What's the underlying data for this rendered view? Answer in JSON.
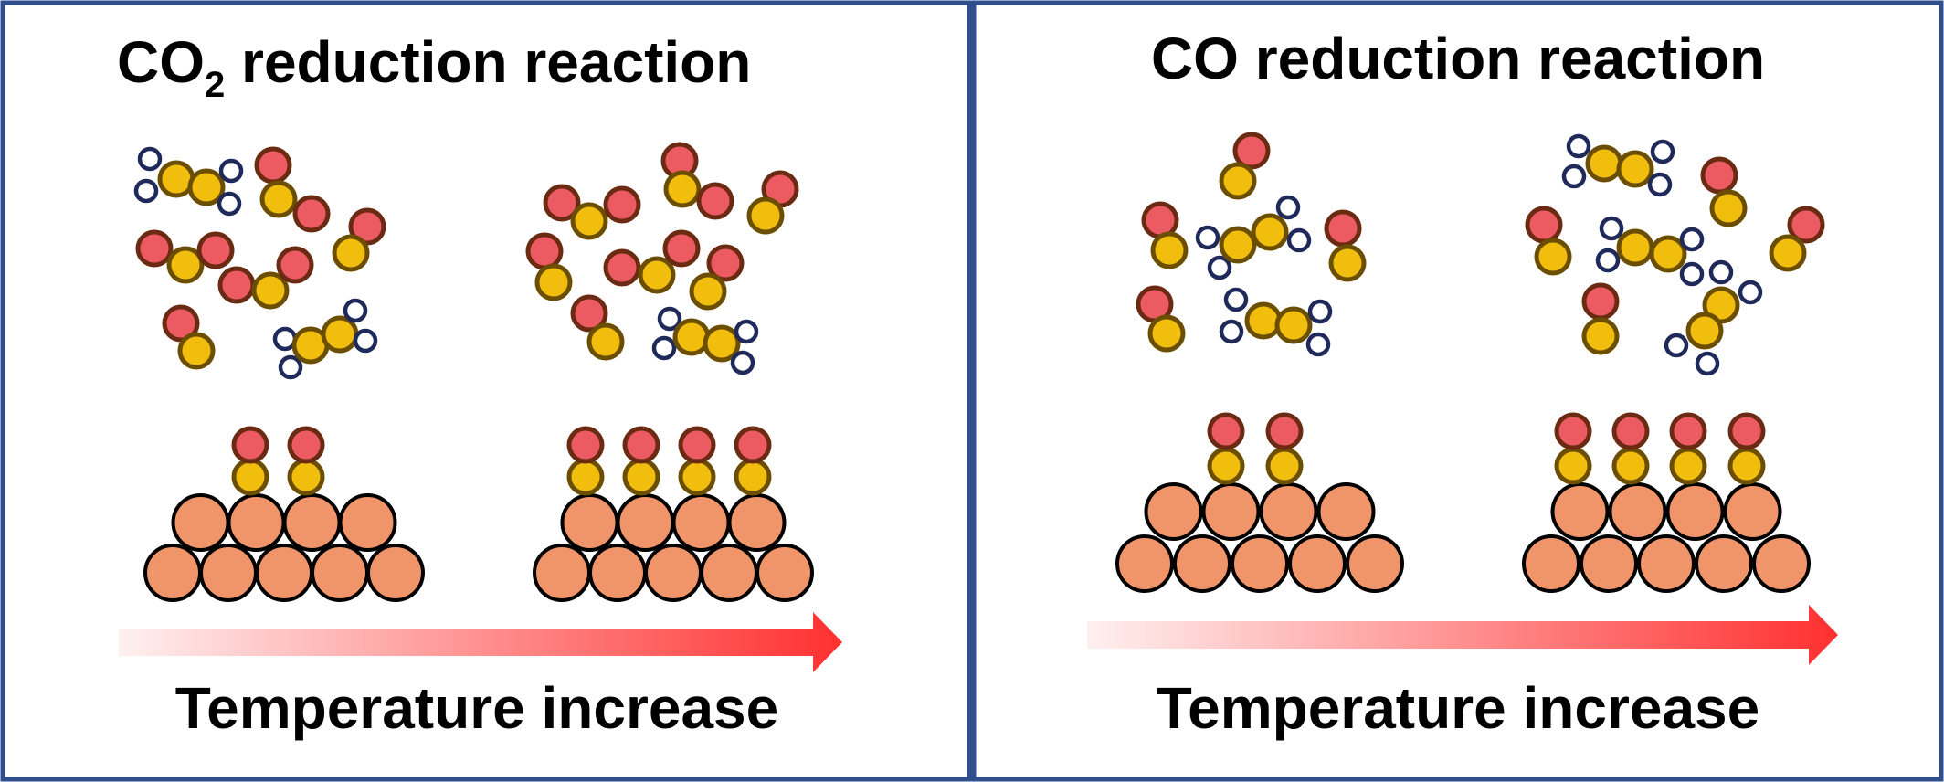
{
  "panels": [
    {
      "id": "co2",
      "title_main": "CO",
      "title_sub": "2",
      "title_rest": " reduction reaction",
      "axis_label": "Temperature increase"
    },
    {
      "id": "co",
      "title_main": "CO reduction reaction",
      "title_sub": "",
      "title_rest": "",
      "axis_label": "Temperature increase"
    }
  ],
  "colors": {
    "frame": "#2f4f8f",
    "oxygen_fill": "#ec5a62",
    "oxygen_stroke": "#6b2a12",
    "carbon_fill": "#f2be0e",
    "carbon_stroke": "#6b4e00",
    "hydrogen_fill": "#ffffff",
    "hydrogen_stroke": "#1f2a5a",
    "copper_fill": "#f0956a",
    "copper_stroke": "#000000",
    "arrow_start": "#fff0f0",
    "arrow_end": "#ff3030"
  },
  "icons": [
    "oxygen-atom-icon",
    "carbon-atom-icon",
    "hydrogen-atom-icon",
    "copper-atom-icon",
    "arrow-icon"
  ]
}
